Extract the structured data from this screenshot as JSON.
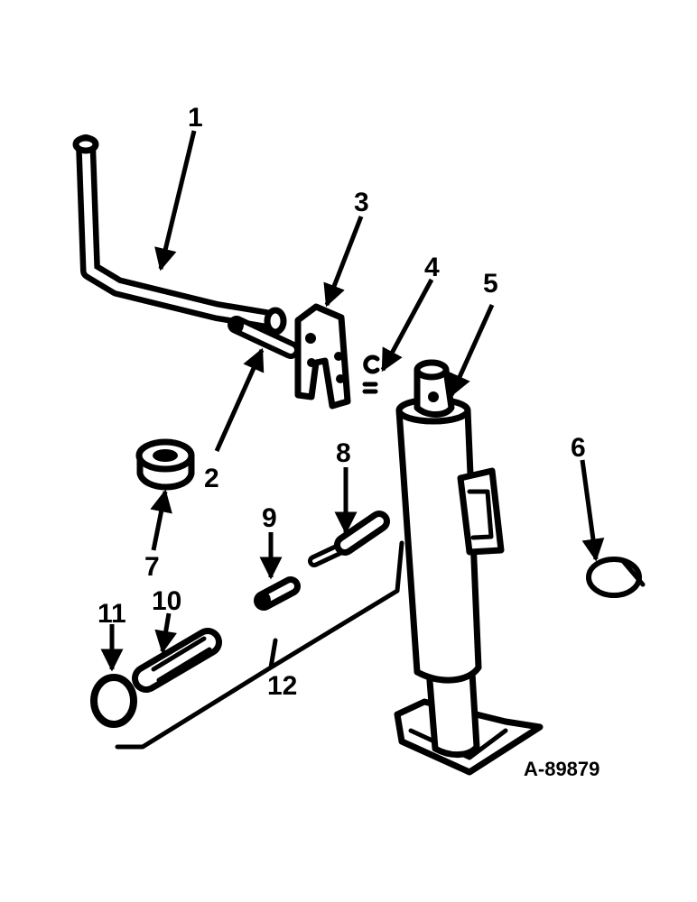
{
  "callouts": [
    {
      "id": "1",
      "label": "1"
    },
    {
      "id": "2",
      "label": "2"
    },
    {
      "id": "3",
      "label": "3"
    },
    {
      "id": "4",
      "label": "4"
    },
    {
      "id": "5",
      "label": "5"
    },
    {
      "id": "6",
      "label": "6"
    },
    {
      "id": "7",
      "label": "7"
    },
    {
      "id": "8",
      "label": "8"
    },
    {
      "id": "9",
      "label": "9"
    },
    {
      "id": "10",
      "label": "10"
    },
    {
      "id": "11",
      "label": "11"
    },
    {
      "id": "12",
      "label": "12"
    }
  ],
  "reference": "A-89879"
}
